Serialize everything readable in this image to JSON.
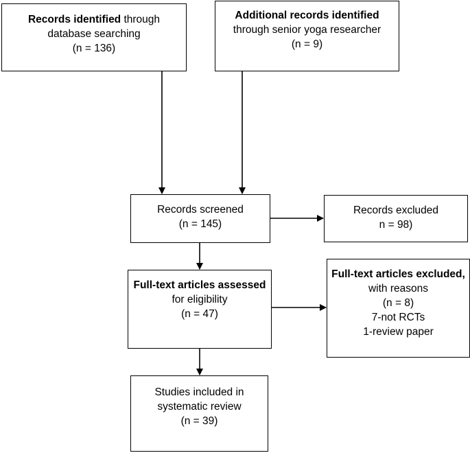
{
  "boxes": {
    "identified_db": {
      "title_bold": "Records identified",
      "title_rest": " through",
      "line2": "database searching",
      "count": "(n = 136)"
    },
    "identified_additional": {
      "title_bold": "Additional records identified",
      "line2": "through senior yoga researcher",
      "count": "(n = 9)"
    },
    "screened": {
      "line1": "Records screened",
      "count": "(n = 145)"
    },
    "excluded": {
      "line1": "Records excluded",
      "count": "n = 98)"
    },
    "fulltext_assessed": {
      "title_bold": "Full-text articles assessed",
      "line2": "for eligibility",
      "count": "(n = 47)"
    },
    "fulltext_excluded": {
      "title_bold": "Full-text articles excluded,",
      "line2": "with reasons",
      "count": "(n = 8)",
      "reason1": "7-not RCTs",
      "reason2": "1-review paper"
    },
    "included": {
      "line1": "Studies included in",
      "line2": "systematic review",
      "count": "(n = 39)"
    }
  }
}
